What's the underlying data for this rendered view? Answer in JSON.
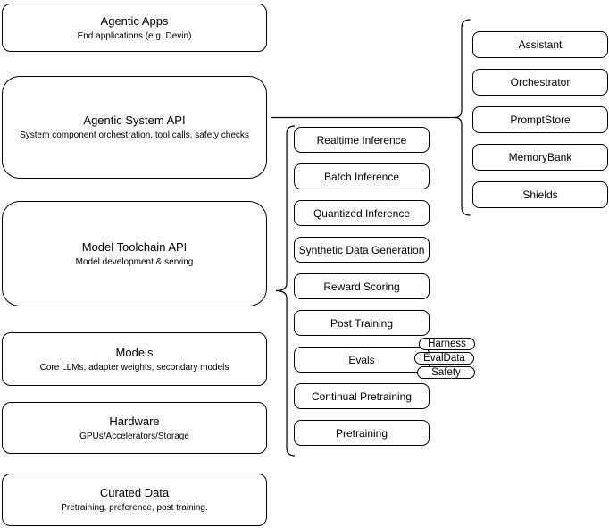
{
  "colors": {
    "stroke": "#000000",
    "background": "#ffffff",
    "text": "#000000"
  },
  "stack": {
    "layers": [
      {
        "title": "Agentic Apps",
        "subtitle": "End applications (e.g. Devin)"
      },
      {
        "title": "Agentic System API",
        "subtitle": "System component orchestration, tool calls, safety checks"
      },
      {
        "title": "Model Toolchain API",
        "subtitle": "Model development & serving"
      },
      {
        "title": "Models",
        "subtitle": "Core LLMs, adapter weights, secondary models"
      },
      {
        "title": "Hardware",
        "subtitle": "GPUs/Accelerators/Storage"
      },
      {
        "title": "Curated Data",
        "subtitle": "Pretraining, preference, post training."
      }
    ]
  },
  "toolchain_services": [
    "Realtime Inference",
    "Batch Inference",
    "Quantized Inference",
    "Synthetic Data Generation",
    "Reward Scoring",
    "Post Training",
    "Evals",
    "Continual Pretraining",
    "Pretraining"
  ],
  "evals_tags": [
    "Harness",
    "EvalData",
    "Safety"
  ],
  "system_components": [
    "Assistant",
    "Orchestrator",
    "PromptStore",
    "MemoryBank",
    "Shields"
  ]
}
